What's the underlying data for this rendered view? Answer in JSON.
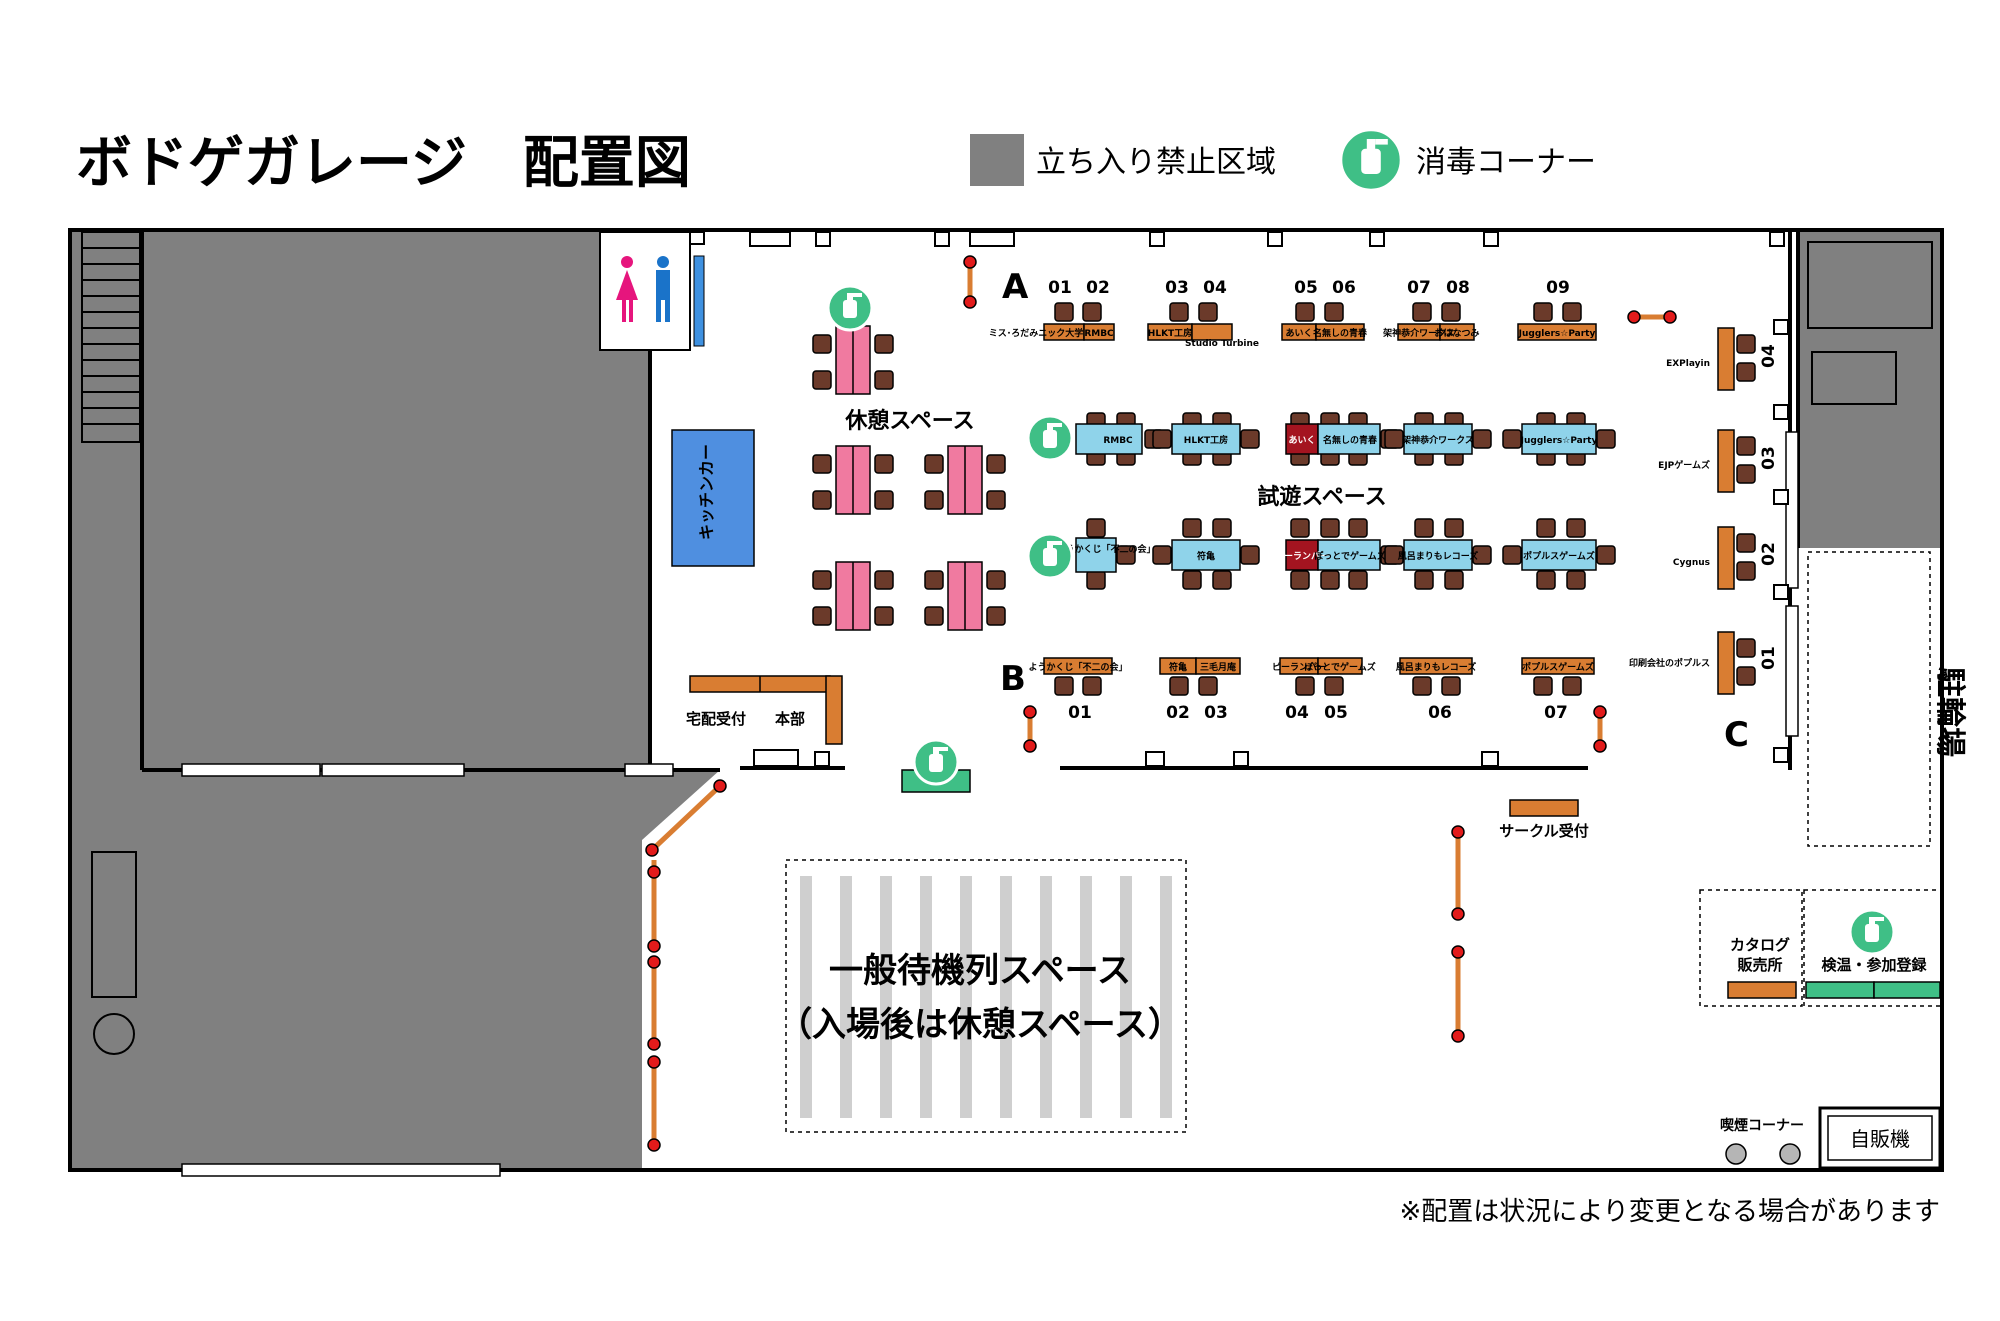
{
  "header": {
    "title": "ボドゲガレージ　配置図",
    "legend_restricted": "立ち入り禁止区域",
    "legend_disinfect": "消毒コーナー"
  },
  "note": "※配置は状況により変更となる場合があります",
  "areas": {
    "rest_space": "休憩スペース",
    "play_space": "試遊スペース",
    "kitchen_car": "キッチンカー",
    "delivery": "宅配受付",
    "headquarters": "本部",
    "circle_reception": "サークル受付",
    "queue_line1": "一般待機列スペース",
    "queue_line2": "（入場後は休憩スペース）",
    "bicycle": "駐輪場",
    "catalog1": "カタログ",
    "catalog2": "販売所",
    "temp_check": "検温・参加登録",
    "smoking": "喫煙コーナー",
    "vending": "自販機"
  },
  "rows": {
    "A": {
      "label": "A",
      "numbers": [
        "01",
        "02",
        "03",
        "04",
        "05",
        "06",
        "07",
        "08",
        "09"
      ],
      "booths": [
        "ミス･ろだみニック大学",
        "RMBC",
        "HLKT工房",
        "Studio Turbine",
        "あいく",
        "名無しの青春",
        "架神恭介ワークス",
        "おはなつみ",
        "Jugglers☆Party"
      ]
    },
    "B": {
      "label": "B",
      "numbers": [
        "01",
        "02",
        "03",
        "04",
        "05",
        "06",
        "07"
      ],
      "booths": [
        "ようかくじ「不二の会」",
        "符亀",
        "三毛月庵",
        "ピーランパー",
        "ぽっとでゲームズ",
        "風呂まりもレコーズ",
        "ポプルスゲームズ"
      ]
    },
    "C": {
      "label": "C",
      "numbers": [
        "04",
        "03",
        "02",
        "01"
      ],
      "booths": [
        "EXPlayin",
        "EJPゲームズ",
        "Cygnus",
        "印刷会社のポプルス"
      ]
    }
  },
  "play_tables": {
    "top": [
      "RMBC",
      "HLKT工房",
      "あいく",
      "名無しの青春",
      "架神恭介ワークス",
      "Jugglers☆Party"
    ],
    "bottom": [
      "ようかくじ「不二の会」",
      "符亀",
      "ピーランパー",
      "ぽっとでゲームズ",
      "風呂まりもレコーズ",
      "ポプルスゲームズ"
    ]
  },
  "colors": {
    "restricted": "#808080",
    "disinfect": "#3fbf86",
    "table_blue": "#8fd3ea",
    "kitchen_blue": "#4f8fe0",
    "booth_orange": "#d97d32",
    "rest_pink": "#f07aa0",
    "chair_brown": "#6b3a2a",
    "red_booth": "#a41420",
    "rope_post": "#e21b1b"
  },
  "icons": [
    "disinfect-icon",
    "female-toilet-icon",
    "male-toilet-icon"
  ]
}
